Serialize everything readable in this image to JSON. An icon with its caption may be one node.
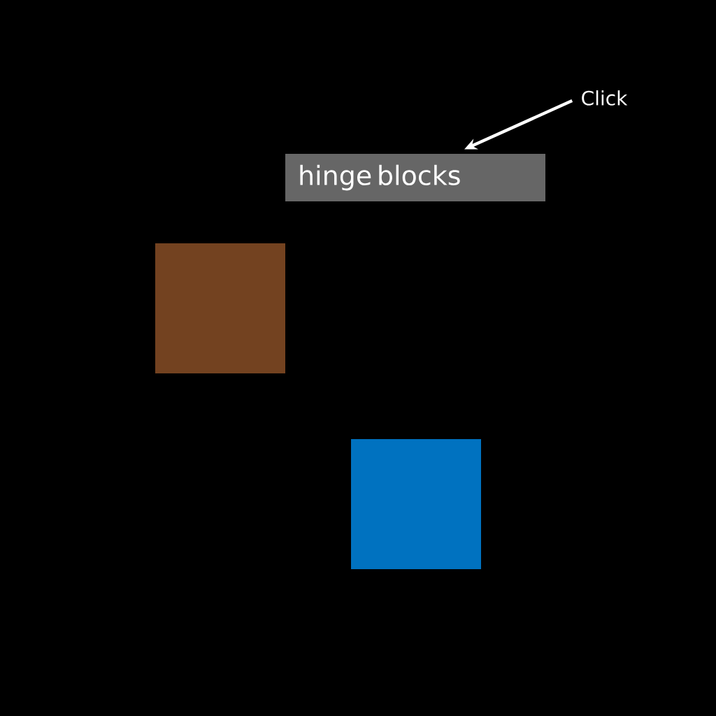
{
  "diagram": {
    "nodes": [
      {
        "text": [
          "Click"
        ]
      },
      {
        "text": [
          "hinge blocks"
        ]
      },
      {
        "text": [],
        "shape": "box"
      },
      {
        "text": [],
        "shape": "box"
      }
    ],
    "edges": [
      {
        "from": 0,
        "to": 1,
        "arrow": "to"
      }
    ]
  }
}
